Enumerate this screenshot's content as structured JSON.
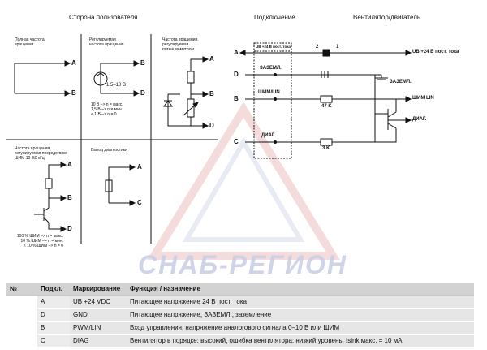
{
  "headers": {
    "user_side": "Сторона пользователя",
    "connection": "Подключение",
    "fan_motor": "Вентилятор/двигатель"
  },
  "panels": {
    "full_speed": {
      "title_l1": "Полная частота",
      "title_l2": "вращения",
      "pin_a": "A",
      "pin_b": "B"
    },
    "regulated": {
      "title_l1": "Регулируемая",
      "title_l2": "частота вращения",
      "pin_b": "B",
      "pin_d": "D",
      "range": "1,5–10 В",
      "note_l1": "10 В –> n = макс.",
      "note_l2": "1,5 В –> n = мин.",
      "note_l3": "< 1 В –> n = 0"
    },
    "pot": {
      "title_l1": "Частота вращения,",
      "title_l2": "регулируемая",
      "title_l3": "потенциометром",
      "pin_a": "A",
      "pin_b": "B",
      "pin_d": "D"
    },
    "pwm": {
      "title_l1": "Частота вращения,",
      "title_l2": "регулируемая посредством",
      "title_l3": "ШИМ 10–50 кГц",
      "pin_a": "A",
      "pin_b": "B",
      "pin_d": "D",
      "note_l1": "100 % ШИМ –> n = макс.",
      "note_l2": "10 % ШИМ –> n = мин.",
      "note_l3": "< 10 % ШИМ –> n = 0"
    },
    "diag": {
      "title": "Выход диагностики",
      "pin_a": "A",
      "pin_c": "C"
    }
  },
  "connection": {
    "box_title": "UB +24 В пост. тока",
    "pins": [
      "A",
      "D",
      "B",
      "C"
    ],
    "gnd_label": "ЗАЗЕМЛ.",
    "pwm_label": "ШИМ/LIN",
    "diag_label": "ДИАГ.",
    "diode_n2": "2",
    "diode_n1": "1",
    "ub_out": "UB +24 В пост. тока",
    "gnd_out": "ЗАЗЕМЛ.",
    "pwm_out": "ШИМ LIN",
    "r1": "47 K",
    "r2": "3 K",
    "diag_out": "ДИАГ."
  },
  "watermark": "СНАБ-РЕГИОН",
  "table": {
    "headers": [
      "№",
      "Подкл.",
      "Маркирование",
      "Функция / назначение"
    ],
    "rows": [
      [
        "",
        "A",
        "UB +24 VDC",
        "Питающее напряжение 24 В пост. тока"
      ],
      [
        "",
        "D",
        "GND",
        "Питающее напряжение, ЗАЗЕМЛ., заземление"
      ],
      [
        "",
        "B",
        "PWM/LIN",
        "Вход управления, напряжение аналогового сигнала 0–10 В или ШИМ"
      ],
      [
        "",
        "C",
        "DIAG",
        "Вентилятор в порядке: высокий, ошибка вентилятора: низкий уровень, Isink макс. = 10 мА"
      ]
    ]
  },
  "colors": {
    "line": "#111111",
    "watermark": "#c8cde6",
    "watermark_red": "#e3b5b5",
    "table_header": "#d2d2d2"
  }
}
